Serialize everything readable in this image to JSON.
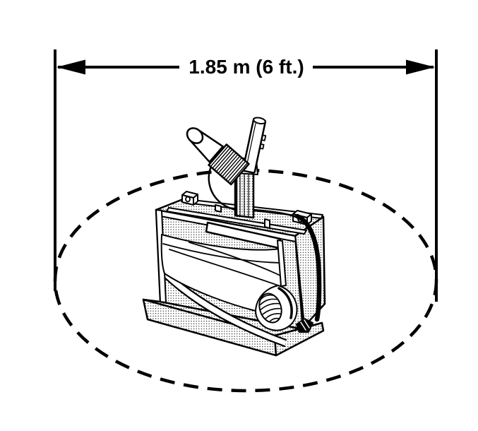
{
  "colors": {
    "line": "#000000",
    "background": "#ffffff"
  },
  "dimension": {
    "label": "1.85 m (6 ft.)"
  },
  "diagram": {
    "kind": "clearance-diagram",
    "clearance_boundary": "dashed-ellipse",
    "elements": [
      "dimension-arrow",
      "clearance-zone-dashed-ellipse",
      "equipment-illustration"
    ]
  }
}
